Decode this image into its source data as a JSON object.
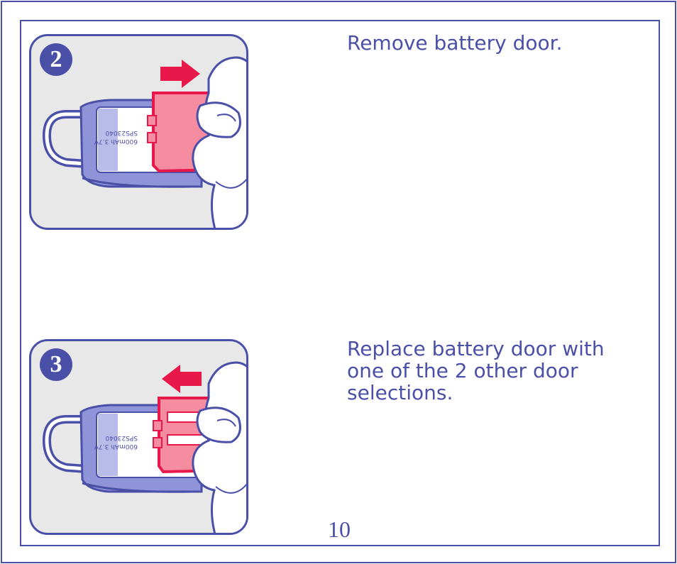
{
  "steps": [
    {
      "number": "2",
      "instruction": "Remove battery door.",
      "arrow_direction": "right",
      "battery_label_line1": "SPS23040",
      "battery_label_line2": "600mAh 3.7V"
    },
    {
      "number": "3",
      "instruction": "Replace battery door with\none of the 2 other door\nselections.",
      "arrow_direction": "left",
      "battery_label_line1": "SPS23040",
      "battery_label_line2": "600mAh 3.7V"
    }
  ],
  "page": {
    "number": "10"
  },
  "colors": {
    "frame": "#4a4fa8",
    "door": "#e8194a",
    "door_fill": "#f58ca0",
    "panel_bg": "#e8e8e8",
    "device_fill": "#8f94d8",
    "device_light": "#b9bce8"
  }
}
